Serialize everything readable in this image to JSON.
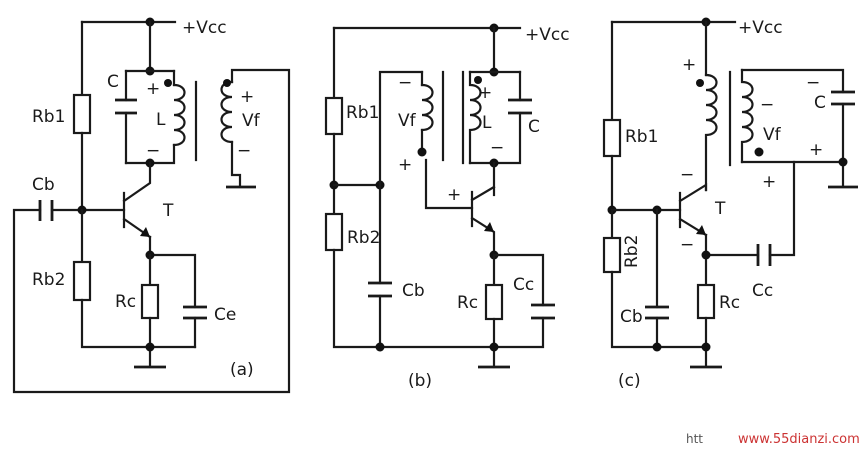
{
  "circuits": [
    {
      "id": "a",
      "caption": "(a)",
      "labels": {
        "vcc": "+Vcc",
        "rb1": "Rb1",
        "rb2": "Rb2",
        "cb": "Cb",
        "c": "C",
        "l": "L",
        "vf": "Vf",
        "t": "T",
        "rc": "Rc",
        "ce": "Ce"
      },
      "polarity": {
        "plus": "+",
        "minus": "−"
      }
    },
    {
      "id": "b",
      "caption": "(b)",
      "labels": {
        "vcc": "+Vcc",
        "rb1": "Rb1",
        "rb2": "Rb2",
        "vf": "Vf",
        "l": "L",
        "c": "C",
        "cb": "Cb",
        "rc": "Rc",
        "cc": "Cc"
      },
      "polarity": {
        "plus": "+",
        "minus": "−"
      }
    },
    {
      "id": "c",
      "caption": "(c)",
      "labels": {
        "vcc": "+Vcc",
        "rb1": "Rb1",
        "rb2": "Rb2",
        "c": "C",
        "vf": "Vf",
        "t": "T",
        "cb": "Cb",
        "rc": "Rc",
        "cc": "Cc"
      },
      "polarity": {
        "plus": "+",
        "minus": "−"
      }
    }
  ],
  "watermark": {
    "prefix": "htt",
    "site": "www.55dianzi.com"
  }
}
